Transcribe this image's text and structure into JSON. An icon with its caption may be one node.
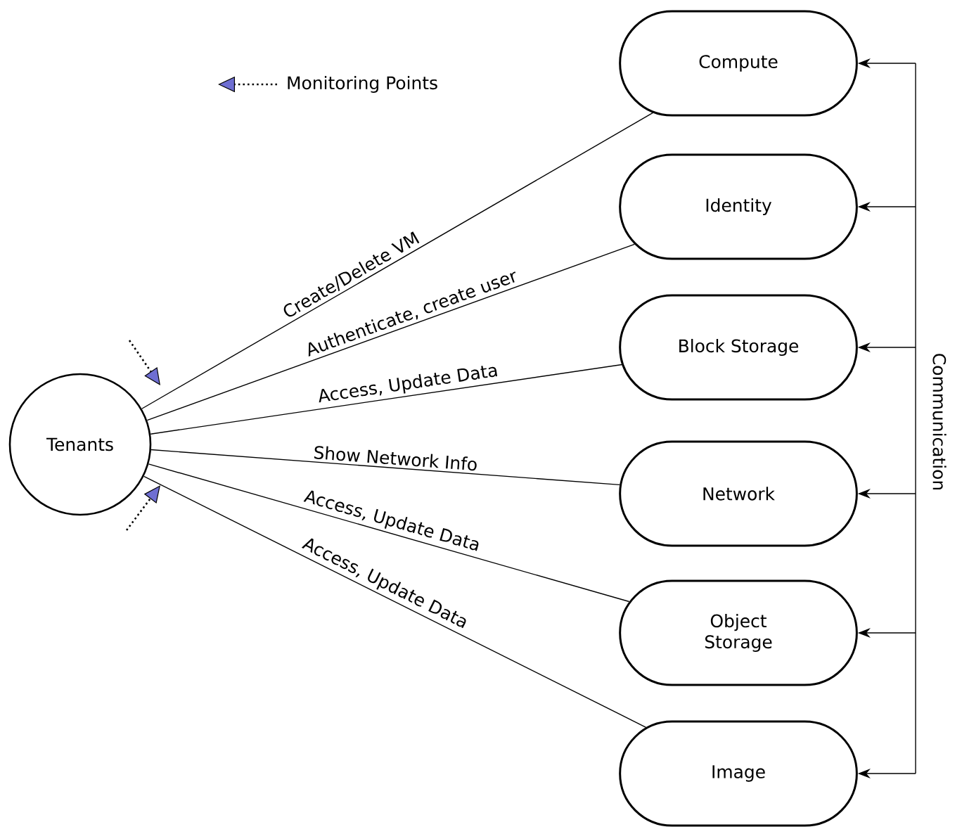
{
  "diagram": {
    "nodes": [
      {
        "text": [
          "Tenants"
        ]
      },
      {
        "text": [
          "Compute"
        ]
      },
      {
        "text": [
          "Identity"
        ]
      },
      {
        "text": [
          "Block Storage"
        ]
      },
      {
        "text": [
          "Network"
        ]
      },
      {
        "text": [
          "Object Storage"
        ]
      },
      {
        "text": [
          "Image"
        ]
      }
    ],
    "edges": [
      {
        "from": 0,
        "to": 1,
        "arrow": "none",
        "label": "Create/Delete VM"
      },
      {
        "from": 0,
        "to": 2,
        "arrow": "none",
        "label": "Authenticate, create user"
      },
      {
        "from": 0,
        "to": 3,
        "arrow": "none",
        "label": "Access, Update Data"
      },
      {
        "from": 0,
        "to": 4,
        "arrow": "none",
        "label": "Show Network Info"
      },
      {
        "from": 0,
        "to": 5,
        "arrow": "none",
        "label": "Access, Update Data"
      },
      {
        "from": 0,
        "to": 6,
        "arrow": "none",
        "label": "Access, Update Data"
      },
      {
        "from": null,
        "to": 1,
        "arrow": "to"
      },
      {
        "from": null,
        "to": 2,
        "arrow": "to"
      },
      {
        "from": null,
        "to": 3,
        "arrow": "to"
      },
      {
        "from": null,
        "to": 4,
        "arrow": "to"
      },
      {
        "from": null,
        "to": 5,
        "arrow": "to"
      },
      {
        "from": null,
        "to": 6,
        "arrow": "to"
      }
    ],
    "labels": [
      "Communication"
    ],
    "legend": [
      {
        "text": "Monitoring Points"
      }
    ]
  }
}
